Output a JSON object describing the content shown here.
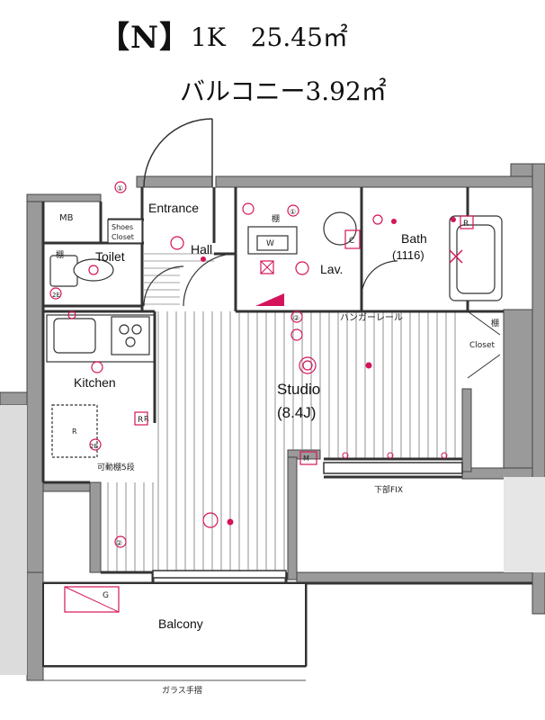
{
  "header": {
    "unit_code": "【N】",
    "layout_size": "1K　25.45㎡",
    "balcony_size": "バルコニー3.92㎡"
  },
  "rooms": {
    "mb": "MB",
    "shoes_closet_line1": "Shoes",
    "shoes_closet_line2": "Closet",
    "entrance": "Entrance",
    "toilet": "Toilet",
    "hall": "Hall",
    "lav": "Lav.",
    "bath": "Bath",
    "bath_size": "(1116)",
    "kitchen": "Kitchen",
    "studio": "Studio",
    "studio_size": "(8.4J)",
    "closet": "Closet",
    "balcony": "Balcony"
  },
  "annotations": {
    "shelf_toilet": "棚",
    "shelf_lav": "棚",
    "shelf_closet": "棚",
    "washer_w": "W",
    "hanger_rail": "ハンガーレール",
    "adjustable_shelf": "可動棚5段",
    "fixed_lower": "下部FIX",
    "glass_handrail": "ガラス手摺",
    "symbol_2_top": "②",
    "symbol_2_bottom": "②",
    "symbol_2e_toilet": "2E",
    "symbol_2e_kitchen": "2E",
    "symbol_r_kitchen": "R",
    "symbol_r_studio": "R",
    "symbol_r_bath": "R",
    "symbol_c_lav": "C",
    "symbol_m_studio": "M",
    "symbol_g_balcony": "G",
    "symbol_1_entrance": "①",
    "symbol_1_lav": "①",
    "symbol_r_kitchen_floor": "R"
  }
}
